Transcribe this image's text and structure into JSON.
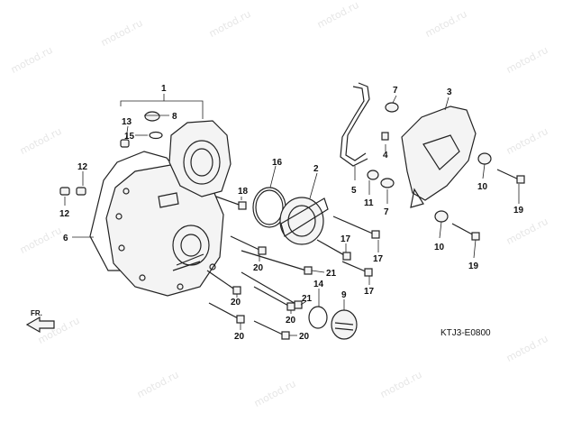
{
  "watermark": "motod.ru",
  "diagram_code": "KTJ3-E0800",
  "direction_label": "FR.",
  "callouts": [
    {
      "id": "c1",
      "text": "1"
    },
    {
      "id": "c2",
      "text": "2"
    },
    {
      "id": "c3",
      "text": "3"
    },
    {
      "id": "c4",
      "text": "4"
    },
    {
      "id": "c5",
      "text": "5"
    },
    {
      "id": "c6",
      "text": "6"
    },
    {
      "id": "c7a",
      "text": "7"
    },
    {
      "id": "c7b",
      "text": "7"
    },
    {
      "id": "c8",
      "text": "8"
    },
    {
      "id": "c9",
      "text": "9"
    },
    {
      "id": "c10a",
      "text": "10"
    },
    {
      "id": "c10b",
      "text": "10"
    },
    {
      "id": "c11",
      "text": "11"
    },
    {
      "id": "c12a",
      "text": "12"
    },
    {
      "id": "c12b",
      "text": "12"
    },
    {
      "id": "c13",
      "text": "13"
    },
    {
      "id": "c14",
      "text": "14"
    },
    {
      "id": "c15",
      "text": "15"
    },
    {
      "id": "c16",
      "text": "16"
    },
    {
      "id": "c17a",
      "text": "17"
    },
    {
      "id": "c17b",
      "text": "17"
    },
    {
      "id": "c17c",
      "text": "17"
    },
    {
      "id": "c18",
      "text": "18"
    },
    {
      "id": "c19a",
      "text": "19"
    },
    {
      "id": "c19b",
      "text": "19"
    },
    {
      "id": "c20a",
      "text": "20"
    },
    {
      "id": "c20b",
      "text": "20"
    },
    {
      "id": "c20c",
      "text": "20"
    },
    {
      "id": "c20d",
      "text": "20"
    },
    {
      "id": "c20e",
      "text": "20"
    },
    {
      "id": "c21a",
      "text": "21"
    },
    {
      "id": "c21b",
      "text": "21"
    }
  ]
}
